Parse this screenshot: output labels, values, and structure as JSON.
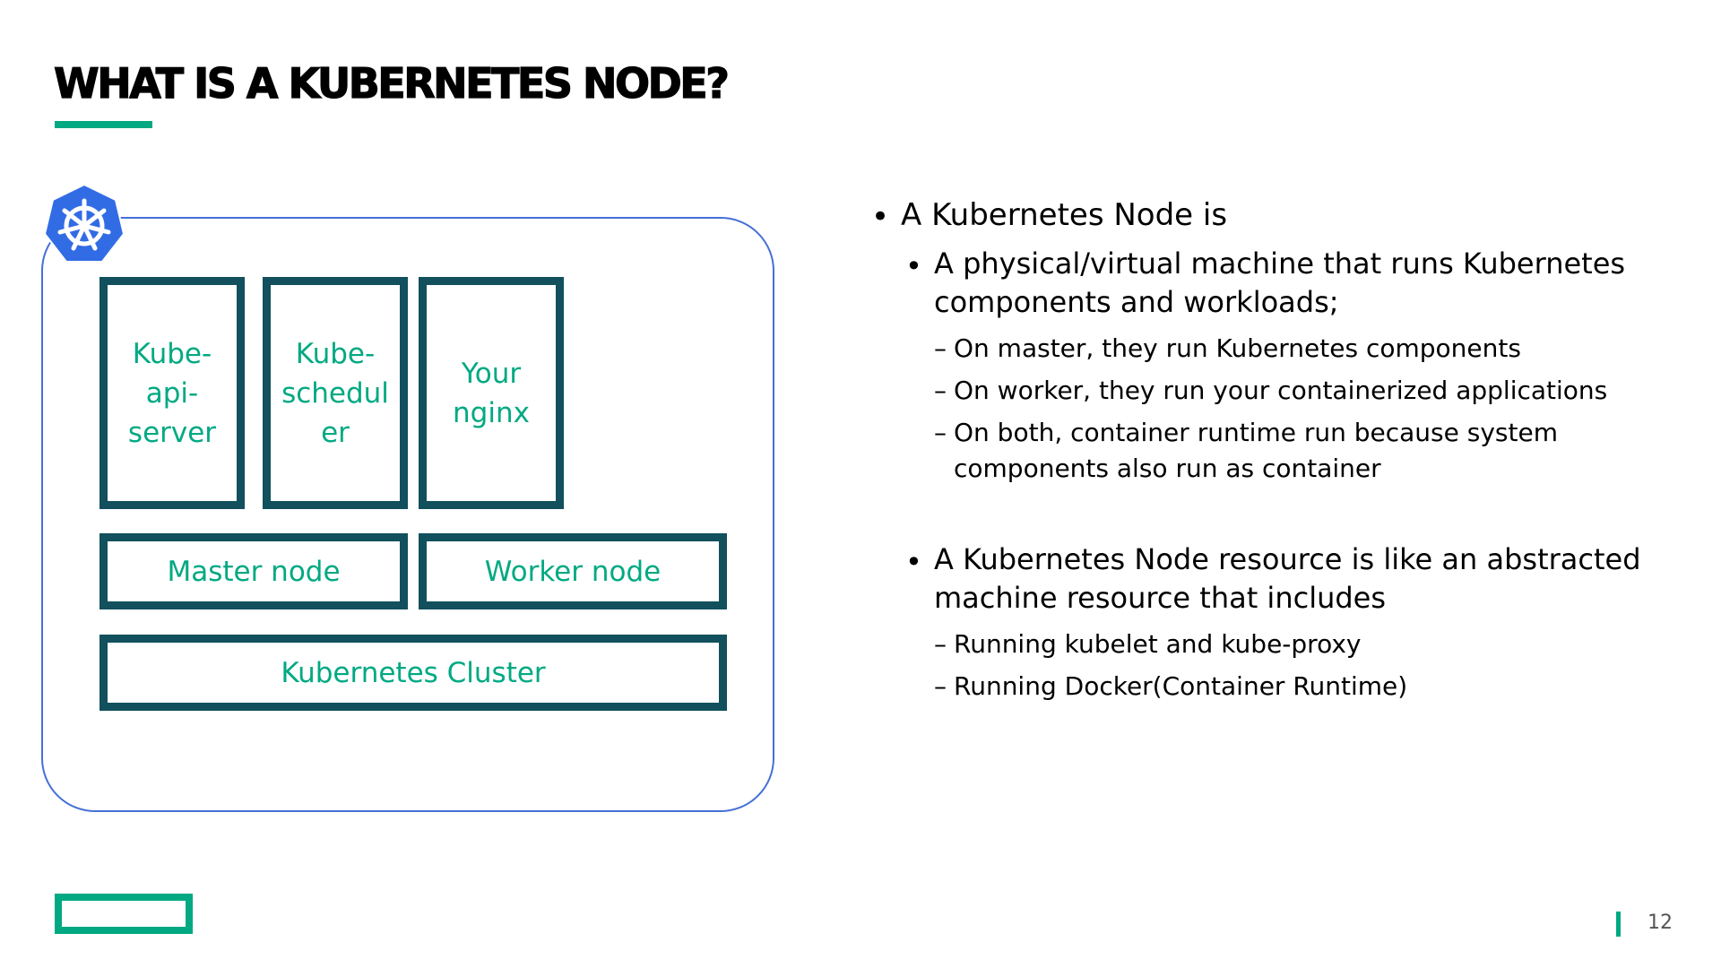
{
  "slide": {
    "title": "WHAT IS A KUBERNETES NODE?",
    "page_number": "12"
  },
  "diagram": {
    "boxes": {
      "kube_api_server": "Kube-\napi-\nserver",
      "kube_scheduler": "Kube-\nschedul\ner",
      "your_nginx": "Your\nnginx",
      "master_node": "Master node",
      "worker_node": "Worker node",
      "kubernetes_cluster": "Kubernetes Cluster"
    },
    "colors": {
      "box_border": "#11505c",
      "box_text": "#01a982",
      "frame": "#4570d6",
      "logo": "#326ce5"
    }
  },
  "bullets": {
    "intro": "A Kubernetes Node is",
    "item1_line1": "A physical/virtual machine that runs Kubernetes",
    "item1_line2": "components and workloads;",
    "item1_sub1": "On master, they run Kubernetes components",
    "item1_sub2": "On worker, they run your containerized applications",
    "item1_sub3_line1": "On both, container runtime run because system",
    "item1_sub3_line2": "components also run as container",
    "item2_line1": "A Kubernetes Node resource is like an abstracted",
    "item2_line2": "machine resource that includes",
    "item2_sub1": "Running kubelet and kube-proxy",
    "item2_sub2": "Running Docker(Container Runtime)"
  },
  "theme": {
    "accent": "#01a982"
  }
}
